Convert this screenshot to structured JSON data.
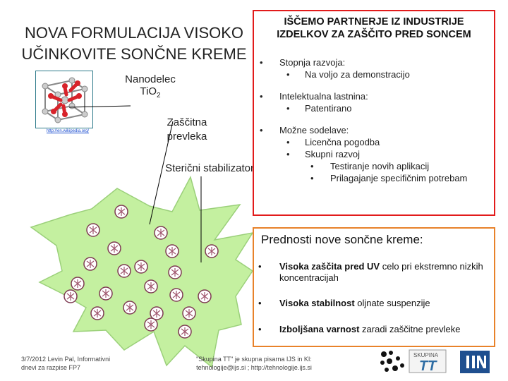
{
  "title": {
    "line1": "NOVA FORMULACIJA VISOKO",
    "line2": "UČINKOVITE SONČNE KREME"
  },
  "partners": {
    "heading_line1": "IŠČEMO PARTNERJE IZ INDUSTRIJE",
    "heading_line2": "IZDELKOV ZA ZAŠČITO PRED SONCEM",
    "stage_label": "Stopnja razvoja:",
    "stage_value": "Na voljo za demonstracijo",
    "ip_label": "Intelektualna lastnina:",
    "ip_value": "Patentirano",
    "collab_label": "Možne sodelave:",
    "collab_items": [
      "Licenčna pogodba",
      "Skupni razvoj"
    ],
    "collab_subitems": [
      "Testiranje novih aplikacij",
      "Prilagajanje specifičnim potrebam"
    ]
  },
  "diagram": {
    "nanoparticle_label_line1": "Nanodelec",
    "nanoparticle_formula": "TiO",
    "nanoparticle_subscript": "2",
    "coating_line1": "Zaščitna",
    "coating_line2": "prevleka",
    "stabilizer_label": "Sterični stabilizator",
    "image_url": "http://en.wikipedia.org/"
  },
  "advantages": {
    "heading": "Prednosti nove sončne kreme:",
    "items": [
      {
        "bold": "Visoka zaščita pred UV",
        "rest": " celo pri ekstremno nizkih koncentracijah"
      },
      {
        "bold": "Visoka stabilnost",
        "rest": " oljnate suspenzije"
      },
      {
        "bold": "Izboljšana varnost",
        "rest": " zaradi zaščitne prevleke"
      }
    ]
  },
  "footer": {
    "left_line1": "3/7/2012 Levin Pal, Informativni",
    "left_line2": "dnevi za razpise FP7",
    "center_line1": "\"Skupina TT\" je skupna pisarna IJS in KI:",
    "center_line2": "tehnologije@ijs.si ; http://tehnologije.ijs.si",
    "logo1_label": "SKUPINA",
    "logo1_mark": "TT",
    "logo2_mark": "IJS"
  },
  "colors": {
    "partner_border": "#e21b1b",
    "advantages_border": "#e8822a",
    "star_fill": "#c4f0a0",
    "particle_core": "#ffffff"
  }
}
